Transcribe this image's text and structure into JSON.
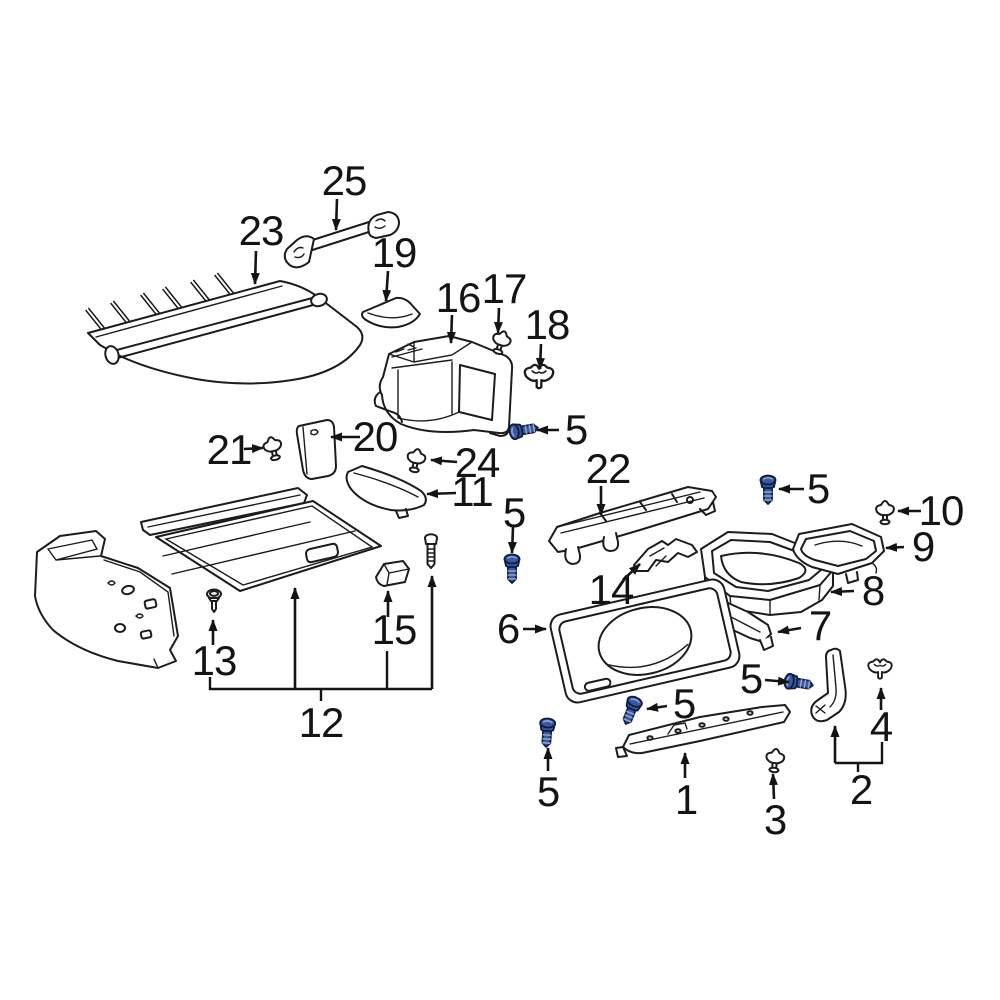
{
  "diagram_type": "exploded-parts-diagram",
  "colors": {
    "background": "#ffffff",
    "line": "#1c1c1c",
    "fastener_highlight_blue": "#3b57a2"
  },
  "callouts": [
    {
      "id": "25",
      "text": "25"
    },
    {
      "id": "23",
      "text": "23"
    },
    {
      "id": "19",
      "text": "19"
    },
    {
      "id": "16",
      "text": "16"
    },
    {
      "id": "17",
      "text": "17"
    },
    {
      "id": "18",
      "text": "18"
    },
    {
      "id": "5a",
      "text": "5"
    },
    {
      "id": "21",
      "text": "21"
    },
    {
      "id": "20",
      "text": "20"
    },
    {
      "id": "24",
      "text": "24"
    },
    {
      "id": "11",
      "text": "11"
    },
    {
      "id": "22",
      "text": "22"
    },
    {
      "id": "5b",
      "text": "5"
    },
    {
      "id": "10",
      "text": "10"
    },
    {
      "id": "9",
      "text": "9"
    },
    {
      "id": "8",
      "text": "8"
    },
    {
      "id": "14",
      "text": "14"
    },
    {
      "id": "5c",
      "text": "5"
    },
    {
      "id": "6",
      "text": "6"
    },
    {
      "id": "7",
      "text": "7"
    },
    {
      "id": "13",
      "text": "13"
    },
    {
      "id": "15",
      "text": "15"
    },
    {
      "id": "12",
      "text": "12"
    },
    {
      "id": "5d",
      "text": "5"
    },
    {
      "id": "5e",
      "text": "5"
    },
    {
      "id": "5f",
      "text": "5"
    },
    {
      "id": "1",
      "text": "1"
    },
    {
      "id": "3",
      "text": "3"
    },
    {
      "id": "2",
      "text": "2"
    },
    {
      "id": "4",
      "text": "4"
    }
  ]
}
